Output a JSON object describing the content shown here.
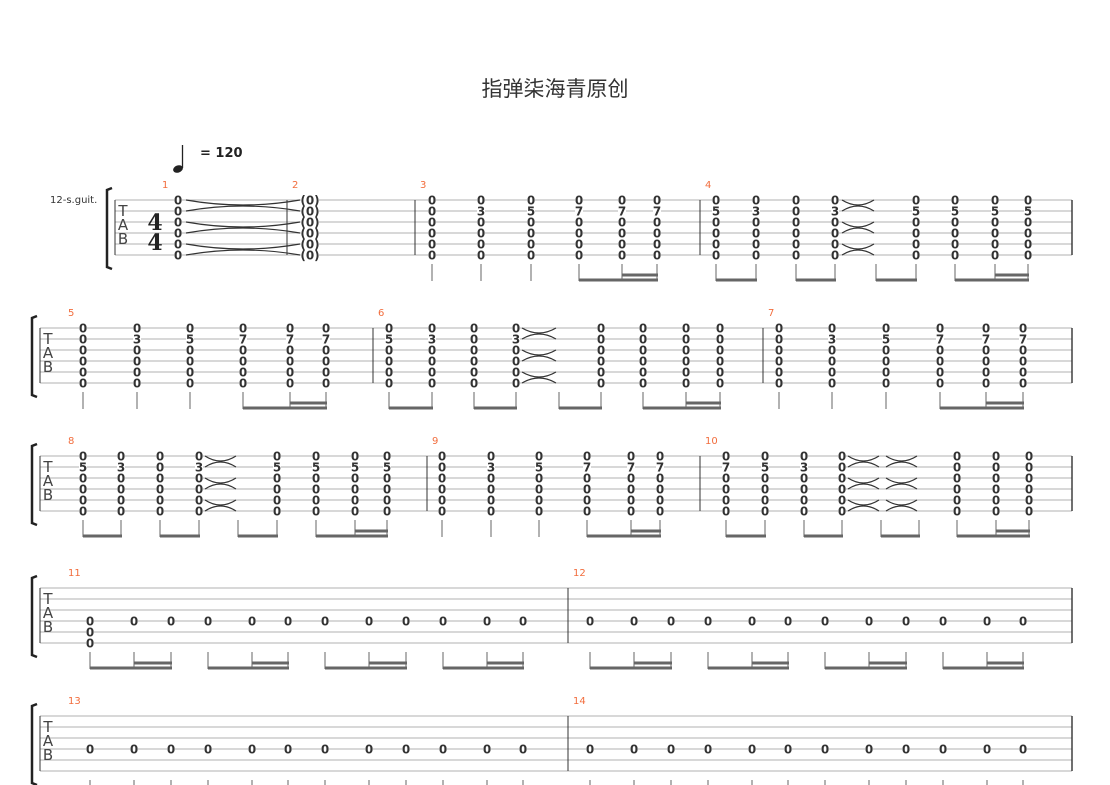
{
  "title": "指弹柒海青原创",
  "tempo": {
    "value": "= 120",
    "note": "quarter-note-icon"
  },
  "instrument": "12-s.guit.",
  "time_signature": {
    "top": "4",
    "bottom": "4"
  },
  "tab_label": [
    "T",
    "A",
    "B"
  ],
  "colors": {
    "measure_number": "#f26d3d",
    "staff_line": "#b0b0b0",
    "beam": "#666666"
  },
  "measures": [
    {
      "number": "1",
      "columns": [
        [
          "0",
          "0",
          "0",
          "0",
          "0",
          "0"
        ]
      ]
    },
    {
      "number": "2",
      "columns": [
        [
          "(0)",
          "(0)",
          "(0)",
          "(0)",
          "(0)",
          "(0)"
        ]
      ]
    },
    {
      "number": "3",
      "columns": [
        [
          "0",
          "0",
          "0",
          "0",
          "0",
          "0"
        ],
        [
          "0",
          "3",
          "0",
          "0",
          "0",
          "0"
        ],
        [
          "0",
          "5",
          "0",
          "0",
          "0",
          "0"
        ],
        [
          "0",
          "7",
          "0",
          "0",
          "0",
          "0"
        ],
        [
          "0",
          "7",
          "0",
          "0",
          "0",
          "0"
        ],
        [
          "0",
          "7",
          "0",
          "0",
          "0",
          "0"
        ]
      ]
    },
    {
      "number": "4",
      "columns": [
        [
          "0",
          "5",
          "0",
          "0",
          "0",
          "0"
        ],
        [
          "0",
          "3",
          "0",
          "0",
          "0",
          "0"
        ],
        [
          "0",
          "0",
          "0",
          "0",
          "0",
          "0"
        ],
        [
          "0",
          "3",
          "0",
          "0",
          "0",
          "0"
        ],
        null,
        [
          "0",
          "5",
          "0",
          "0",
          "0",
          "0"
        ],
        [
          "0",
          "5",
          "0",
          "0",
          "0",
          "0"
        ],
        [
          "0",
          "5",
          "0",
          "0",
          "0",
          "0"
        ],
        [
          "0",
          "5",
          "0",
          "0",
          "0",
          "0"
        ]
      ]
    },
    {
      "number": "5",
      "columns": [
        [
          "0",
          "0",
          "0",
          "0",
          "0",
          "0"
        ],
        [
          "0",
          "3",
          "0",
          "0",
          "0",
          "0"
        ],
        [
          "0",
          "5",
          "0",
          "0",
          "0",
          "0"
        ],
        [
          "0",
          "7",
          "0",
          "0",
          "0",
          "0"
        ],
        [
          "0",
          "7",
          "0",
          "0",
          "0",
          "0"
        ],
        [
          "0",
          "7",
          "0",
          "0",
          "0",
          "0"
        ]
      ]
    },
    {
      "number": "6",
      "columns": [
        [
          "0",
          "5",
          "0",
          "0",
          "0",
          "0"
        ],
        [
          "0",
          "3",
          "0",
          "0",
          "0",
          "0"
        ],
        [
          "0",
          "0",
          "0",
          "0",
          "0",
          "0"
        ],
        [
          "0",
          "3",
          "0",
          "0",
          "0",
          "0"
        ],
        null,
        [
          "0",
          "0",
          "0",
          "0",
          "0",
          "0"
        ],
        [
          "0",
          "0",
          "0",
          "0",
          "0",
          "0"
        ],
        [
          "0",
          "0",
          "0",
          "0",
          "0",
          "0"
        ],
        [
          "0",
          "0",
          "0",
          "0",
          "0",
          "0"
        ]
      ]
    },
    {
      "number": "7",
      "columns": [
        [
          "0",
          "0",
          "0",
          "0",
          "0",
          "0"
        ],
        [
          "0",
          "3",
          "0",
          "0",
          "0",
          "0"
        ],
        [
          "0",
          "5",
          "0",
          "0",
          "0",
          "0"
        ],
        [
          "0",
          "7",
          "0",
          "0",
          "0",
          "0"
        ],
        [
          "0",
          "7",
          "0",
          "0",
          "0",
          "0"
        ],
        [
          "0",
          "7",
          "0",
          "0",
          "0",
          "0"
        ]
      ]
    },
    {
      "number": "8",
      "columns": [
        [
          "0",
          "5",
          "0",
          "0",
          "0",
          "0"
        ],
        [
          "0",
          "3",
          "0",
          "0",
          "0",
          "0"
        ],
        [
          "0",
          "0",
          "0",
          "0",
          "0",
          "0"
        ],
        [
          "0",
          "3",
          "0",
          "0",
          "0",
          "0"
        ],
        null,
        [
          "0",
          "5",
          "0",
          "0",
          "0",
          "0"
        ],
        [
          "0",
          "5",
          "0",
          "0",
          "0",
          "0"
        ],
        [
          "0",
          "5",
          "0",
          "0",
          "0",
          "0"
        ],
        [
          "0",
          "5",
          "0",
          "0",
          "0",
          "0"
        ]
      ]
    },
    {
      "number": "9",
      "columns": [
        [
          "0",
          "0",
          "0",
          "0",
          "0",
          "0"
        ],
        [
          "0",
          "3",
          "0",
          "0",
          "0",
          "0"
        ],
        [
          "0",
          "5",
          "0",
          "0",
          "0",
          "0"
        ],
        [
          "0",
          "7",
          "0",
          "0",
          "0",
          "0"
        ],
        [
          "0",
          "7",
          "0",
          "0",
          "0",
          "0"
        ],
        [
          "0",
          "7",
          "0",
          "0",
          "0",
          "0"
        ]
      ]
    },
    {
      "number": "10",
      "columns": [
        [
          "0",
          "7",
          "0",
          "0",
          "0",
          "0"
        ],
        [
          "0",
          "5",
          "0",
          "0",
          "0",
          "0"
        ],
        [
          "0",
          "3",
          "0",
          "0",
          "0",
          "0"
        ],
        [
          "0",
          "0",
          "0",
          "0",
          "0",
          "0"
        ],
        null,
        null,
        [
          "0",
          "0",
          "0",
          "0",
          "0",
          "0"
        ],
        [
          "0",
          "0",
          "0",
          "0",
          "0",
          "0"
        ],
        [
          "0",
          "0",
          "0",
          "0",
          "0",
          "0"
        ]
      ]
    },
    {
      "number": "11",
      "columns": [
        [
          null,
          null,
          null,
          "0",
          "0",
          "0"
        ],
        [
          null,
          null,
          null,
          "0",
          null,
          null
        ],
        [
          null,
          null,
          null,
          "0",
          null,
          null
        ],
        [
          null,
          null,
          null,
          "0",
          null,
          null
        ],
        [
          null,
          null,
          null,
          "0",
          null,
          null
        ],
        [
          null,
          null,
          null,
          "0",
          null,
          null
        ],
        [
          null,
          null,
          null,
          "0",
          null,
          null
        ],
        [
          null,
          null,
          null,
          "0",
          null,
          null
        ],
        [
          null,
          null,
          null,
          "0",
          null,
          null
        ],
        [
          null,
          null,
          null,
          "0",
          null,
          null
        ],
        [
          null,
          null,
          null,
          "0",
          null,
          null
        ],
        [
          null,
          null,
          null,
          "0",
          null,
          null
        ]
      ]
    },
    {
      "number": "12",
      "columns": [
        [
          null,
          null,
          null,
          "0",
          null,
          null
        ],
        [
          null,
          null,
          null,
          "0",
          null,
          null
        ],
        [
          null,
          null,
          null,
          "0",
          null,
          null
        ],
        [
          null,
          null,
          null,
          "0",
          null,
          null
        ],
        [
          null,
          null,
          null,
          "0",
          null,
          null
        ],
        [
          null,
          null,
          null,
          "0",
          null,
          null
        ],
        [
          null,
          null,
          null,
          "0",
          null,
          null
        ],
        [
          null,
          null,
          null,
          "0",
          null,
          null
        ],
        [
          null,
          null,
          null,
          "0",
          null,
          null
        ],
        [
          null,
          null,
          null,
          "0",
          null,
          null
        ],
        [
          null,
          null,
          null,
          "0",
          null,
          null
        ],
        [
          null,
          null,
          null,
          "0",
          null,
          null
        ]
      ]
    },
    {
      "number": "13",
      "columns": [
        [
          null,
          null,
          null,
          "0",
          null,
          null
        ],
        [
          null,
          null,
          null,
          "0",
          null,
          null
        ],
        [
          null,
          null,
          null,
          "0",
          null,
          null
        ],
        [
          null,
          null,
          null,
          "0",
          null,
          null
        ],
        [
          null,
          null,
          null,
          "0",
          null,
          null
        ],
        [
          null,
          null,
          null,
          "0",
          null,
          null
        ],
        [
          null,
          null,
          null,
          "0",
          null,
          null
        ],
        [
          null,
          null,
          null,
          "0",
          null,
          null
        ],
        [
          null,
          null,
          null,
          "0",
          null,
          null
        ],
        [
          null,
          null,
          null,
          "0",
          null,
          null
        ],
        [
          null,
          null,
          null,
          "0",
          null,
          null
        ],
        [
          null,
          null,
          null,
          "0",
          null,
          null
        ]
      ]
    },
    {
      "number": "14",
      "columns": [
        [
          null,
          null,
          null,
          "0",
          null,
          null
        ],
        [
          null,
          null,
          null,
          "0",
          null,
          null
        ],
        [
          null,
          null,
          null,
          "0",
          null,
          null
        ],
        [
          null,
          null,
          null,
          "0",
          null,
          null
        ],
        [
          null,
          null,
          null,
          "0",
          null,
          null
        ],
        [
          null,
          null,
          null,
          "0",
          null,
          null
        ],
        [
          null,
          null,
          null,
          "0",
          null,
          null
        ],
        [
          null,
          null,
          null,
          "0",
          null,
          null
        ],
        [
          null,
          null,
          null,
          "0",
          null,
          null
        ],
        [
          null,
          null,
          null,
          "0",
          null,
          null
        ],
        [
          null,
          null,
          null,
          "0",
          null,
          null
        ],
        [
          null,
          null,
          null,
          "0",
          null,
          null
        ]
      ]
    }
  ]
}
